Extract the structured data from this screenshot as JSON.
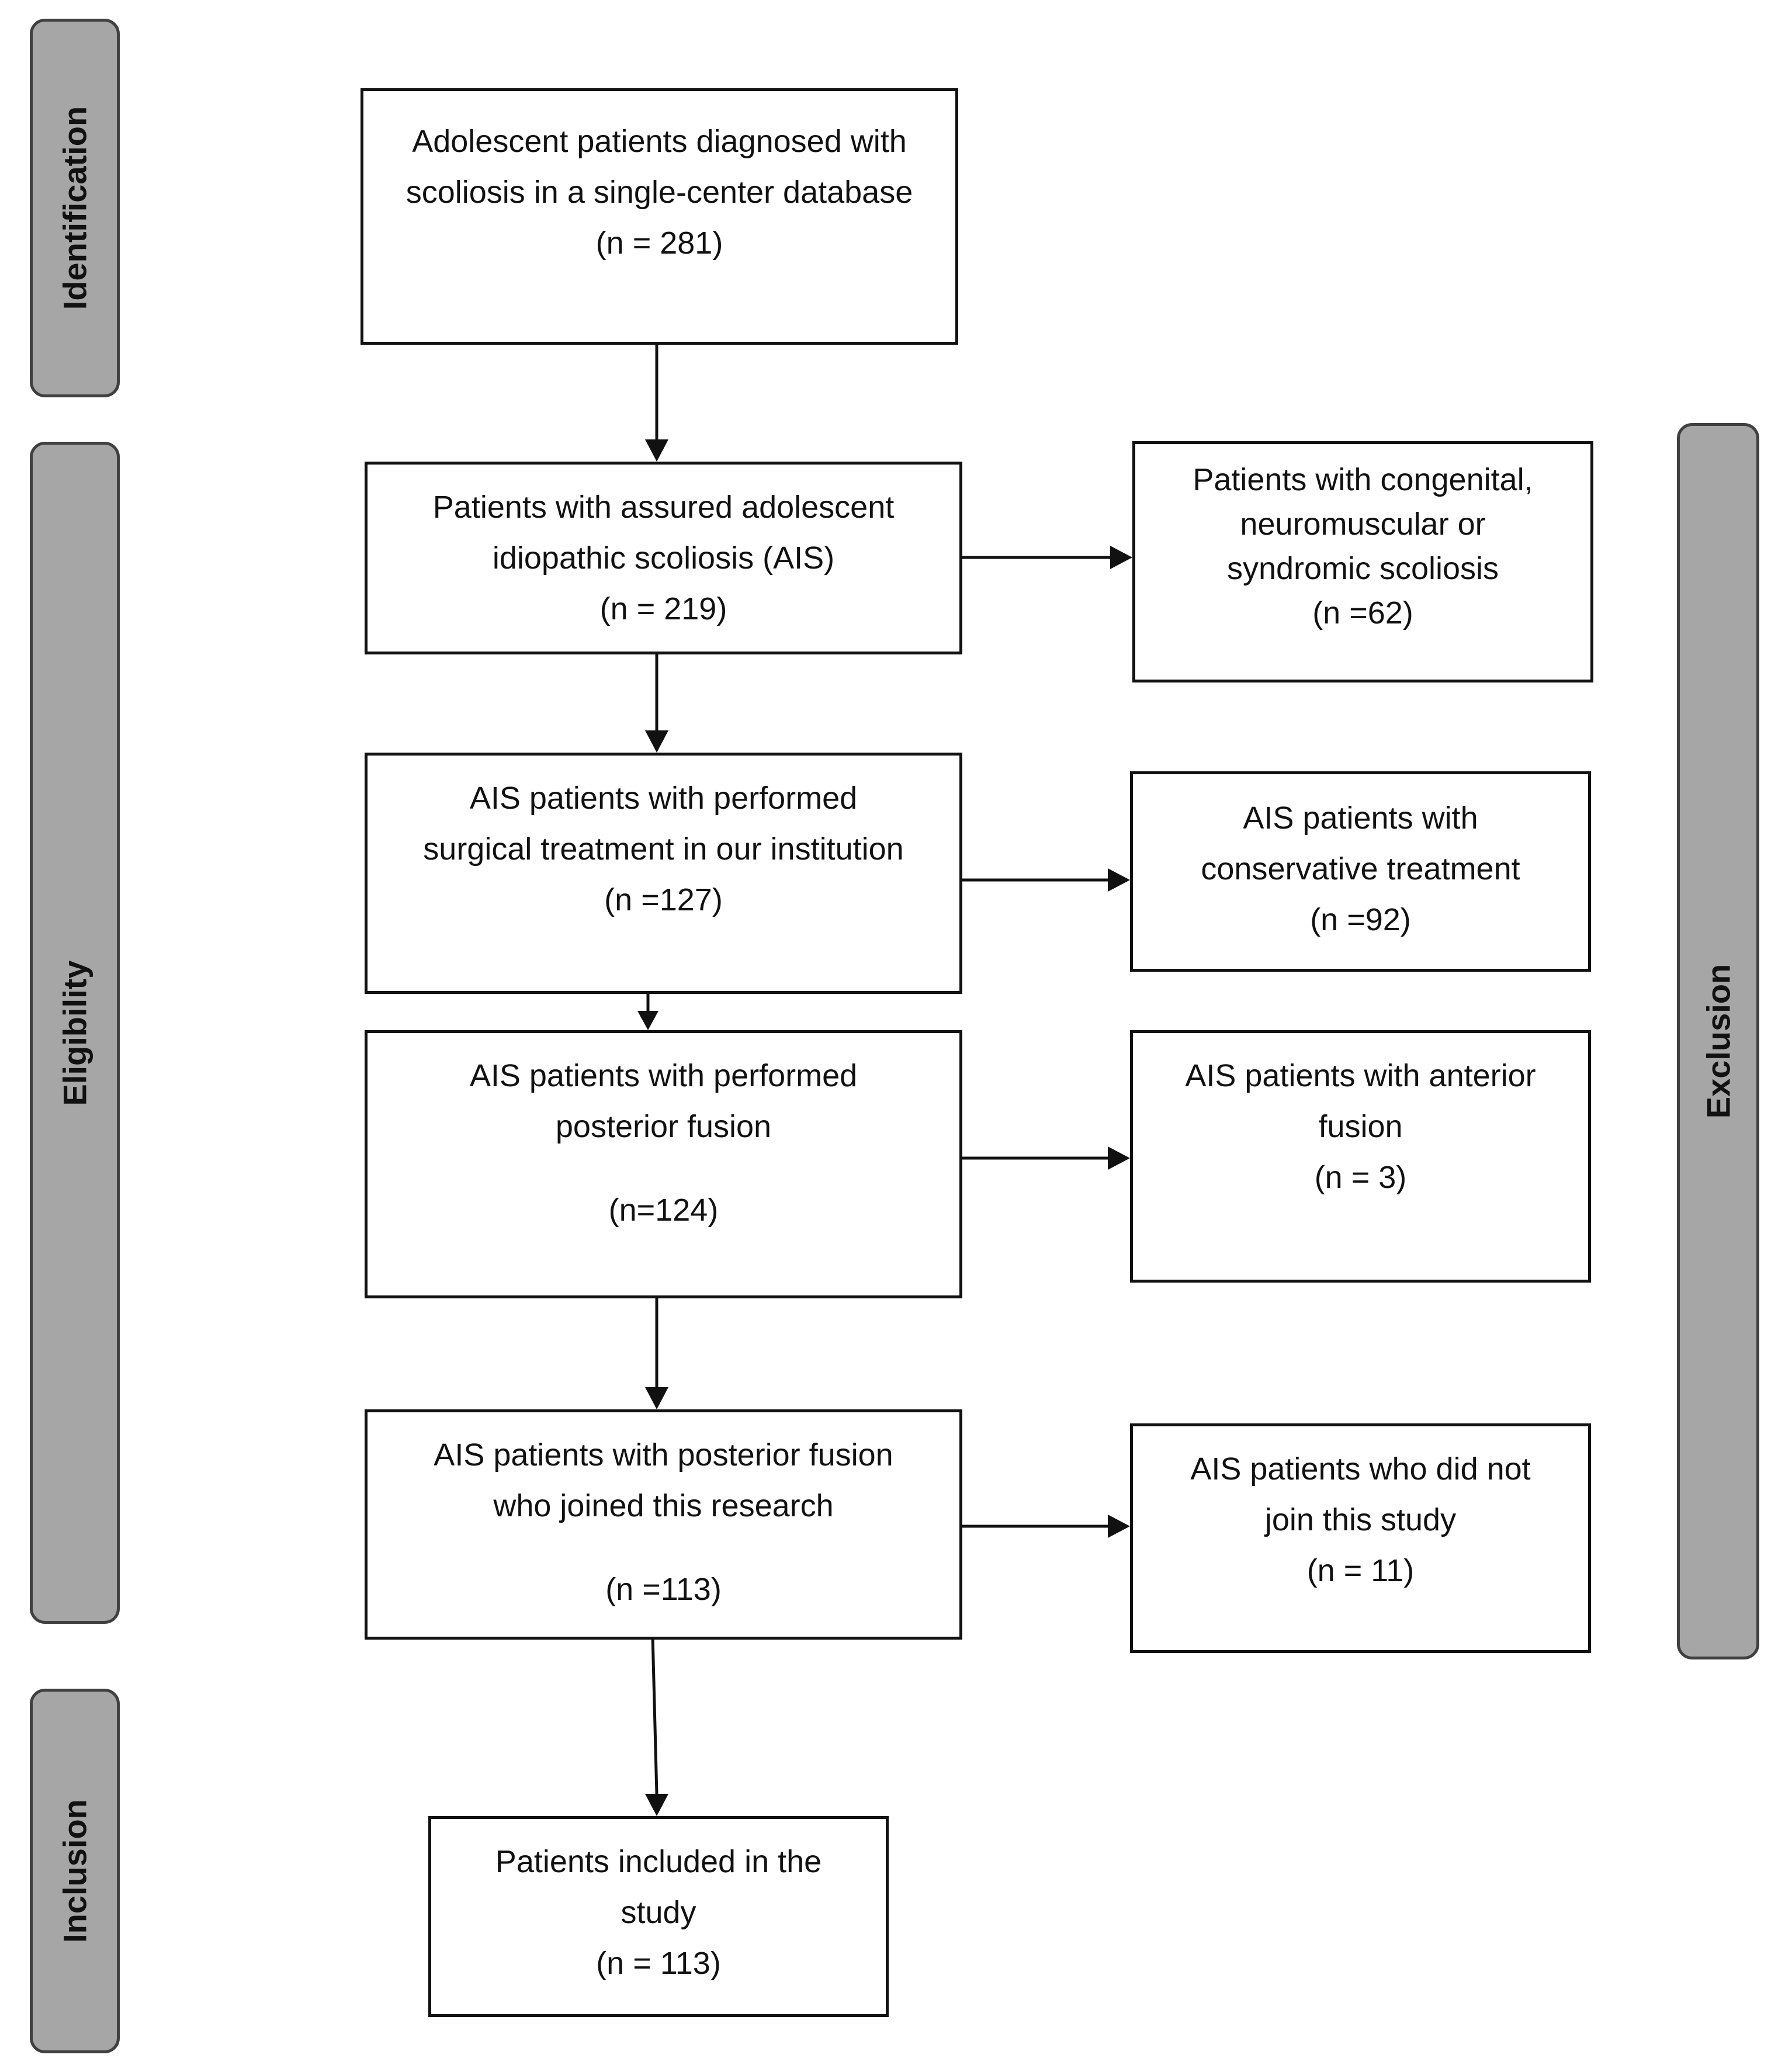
{
  "phases": {
    "identification": "Identification",
    "eligibility": "Eligibility",
    "inclusion": "Inclusion",
    "exclusion": "Exclusion"
  },
  "boxes": {
    "b1": {
      "lines": [
        "Adolescent patients diagnosed with",
        "scoliosis in a single-center database"
      ],
      "n": "(n = 281)"
    },
    "b2": {
      "lines": [
        "Patients with assured adolescent",
        "idiopathic scoliosis (AIS)"
      ],
      "n": "(n = 219)"
    },
    "e1": {
      "lines": [
        "Patients with congenital,",
        "neuromuscular or",
        "syndromic scoliosis"
      ],
      "n": "(n =62)"
    },
    "b3": {
      "lines": [
        "AIS patients with performed",
        "surgical treatment in our institution"
      ],
      "n": "(n =127)"
    },
    "e2": {
      "lines": [
        "AIS patients with",
        "conservative treatment"
      ],
      "n": "(n =92)"
    },
    "b4": {
      "lines": [
        "AIS patients with performed",
        "posterior fusion"
      ],
      "n": "(n=124)"
    },
    "e3": {
      "lines": [
        "AIS patients with anterior",
        "fusion"
      ],
      "n": "(n = 3)"
    },
    "b5": {
      "lines": [
        "AIS patients with posterior fusion",
        "who joined this research"
      ],
      "n": "(n =113)"
    },
    "e4": {
      "lines": [
        "AIS patients who did not",
        "join this study"
      ],
      "n": "(n = 11)"
    },
    "b6": {
      "lines": [
        "Patients included in the",
        "study"
      ],
      "n": "(n = 113)"
    }
  }
}
